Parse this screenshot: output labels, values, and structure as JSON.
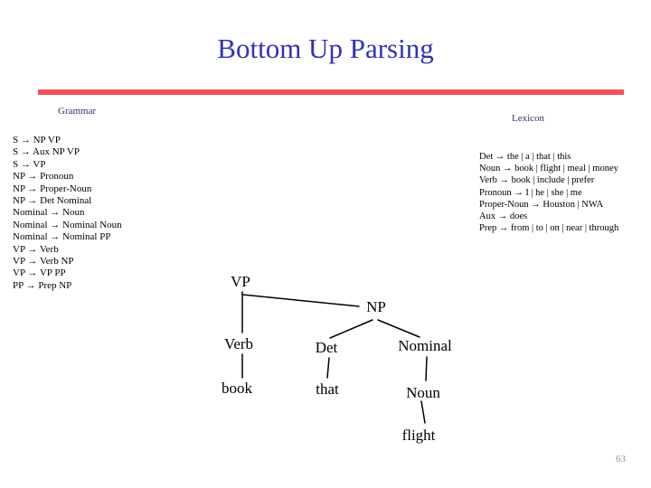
{
  "slide": {
    "title": "Bottom Up Parsing",
    "page_number": "63",
    "colors": {
      "title": "#3232b4",
      "accent_bar": "#f25156",
      "section_label": "#30306a",
      "body_text": "#000000",
      "page_number": "#8f8f8f"
    }
  },
  "grammar": {
    "label": "Grammar",
    "rules": [
      "S → NP VP",
      "S → Aux NP VP",
      "S → VP",
      "NP → Pronoun",
      "NP → Proper-Noun",
      "NP → Det Nominal",
      "Nominal → Noun",
      "Nominal → Nominal Noun",
      "Nominal → Nominal PP",
      "VP → Verb",
      "VP → Verb NP",
      "VP → VP PP",
      "PP → Prep NP"
    ]
  },
  "lexicon": {
    "label": "Lexicon",
    "rules": [
      "Det → the | a | that | this",
      "Noun → book | flight | meal | money",
      "Verb → book | include | prefer",
      "Pronoun → I | he | she | me",
      "Proper-Noun → Houston | NWA",
      "Aux → does",
      "Prep → from | to | on | near | through"
    ]
  },
  "tree": {
    "description": "partial bottom-up parse tree",
    "nodes": {
      "vp": "VP",
      "np": "NP",
      "verb": "Verb",
      "det": "Det",
      "nominal": "Nominal",
      "book": "book",
      "that": "that",
      "noun": "Noun",
      "flight": "flight"
    },
    "edges": [
      "VP-Verb",
      "VP-NP",
      "NP-Det",
      "NP-Nominal",
      "Verb-book",
      "Det-that",
      "Nominal-Noun",
      "Noun-flight"
    ]
  }
}
